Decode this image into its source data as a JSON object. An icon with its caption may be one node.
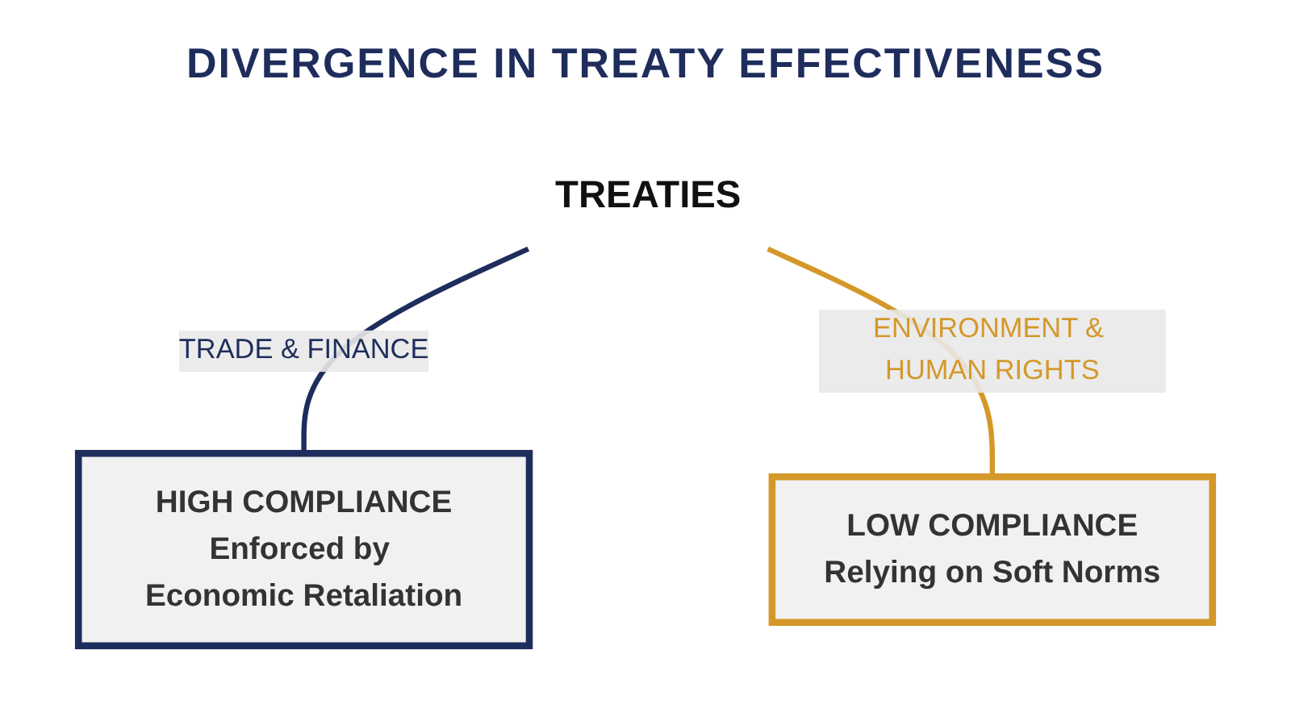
{
  "diagram": {
    "title": "DIVERGENCE IN TREATY EFFECTIVENESS",
    "nodes": [
      {
        "text": [
          "TREATIES"
        ]
      },
      {
        "text": [
          "HIGH COMPLIANCE",
          "Enforced by Economic Retaliation"
        ]
      },
      {
        "text": [
          "LOW COMPLIANCE",
          "Relying on Soft Norms"
        ]
      }
    ],
    "edges": [
      {
        "from": 0,
        "to": 1,
        "arrow": "none",
        "label": "TRADE & FINANCE",
        "color": "#1f2d5c"
      },
      {
        "from": 0,
        "to": 2,
        "arrow": "none",
        "label": "ENVIRONMENT & HUMAN RIGHTS",
        "color": "#d4982a"
      }
    ]
  }
}
